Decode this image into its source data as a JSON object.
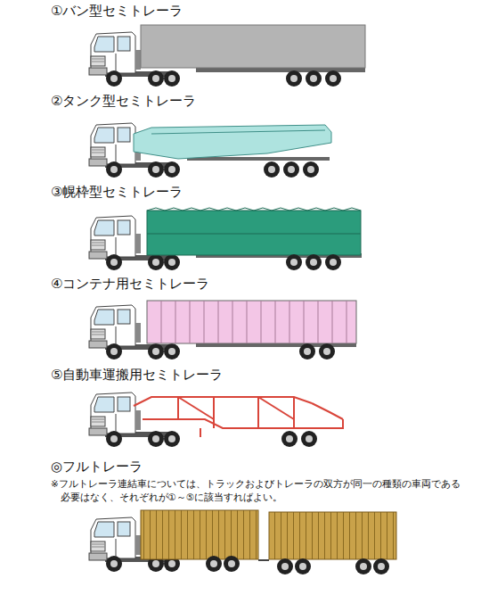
{
  "diagram": {
    "labels": [
      "①バン型セミトレーラ",
      "②タンク型セミトレーラ",
      "③幌枠型セミトレーラ",
      "④コンテナ用セミトレーラ",
      "⑤自動車運搬用セミトレーラ",
      "◎フルトレーラ",
      "※フルトレーラ連結車については、トラックおよびトレーラの双方が同一の種類の車両である必要はなく、それぞれが①～⑤に該当すればよい。"
    ]
  }
}
